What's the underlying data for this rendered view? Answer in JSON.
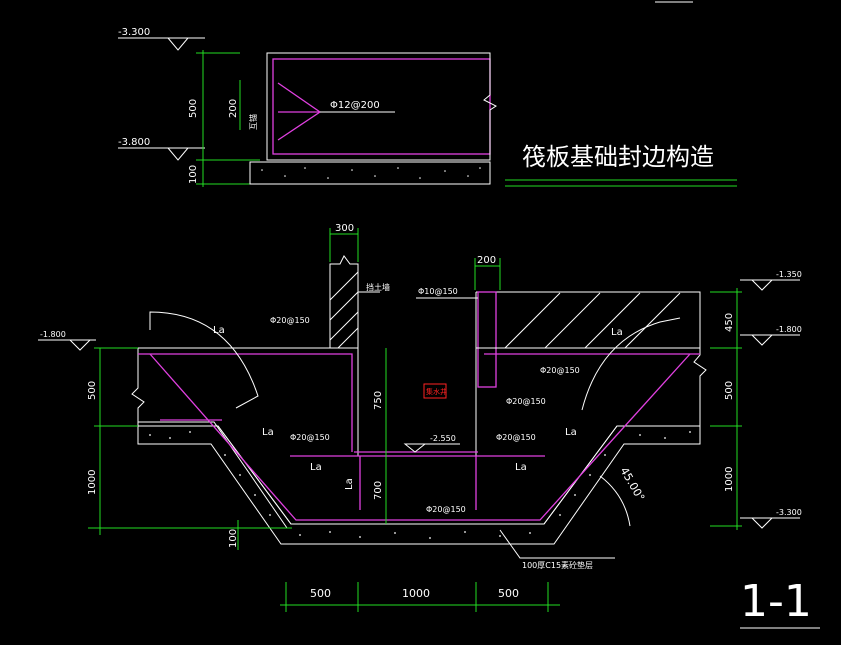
{
  "top_detail": {
    "title": "筏板基础封边构造",
    "elev_top": "-3.300",
    "elev_bottom": "-3.800",
    "dim_500": "500",
    "dim_100": "100",
    "dim_200": "200",
    "small_label": "互锚",
    "rebar": "Φ12@200"
  },
  "section": {
    "dim_300": "300",
    "dim_200": "200",
    "wall_label": "挡土墙",
    "rebar_d10": "Φ10@150",
    "rebar_d20_a": "Φ20@150",
    "rebar_d20_b": "Φ20@150",
    "rebar_d20_c": "Φ20@150",
    "rebar_d20_d": "Φ20@150",
    "rebar_d20_e": "Φ20@150",
    "rebar_d20_f": "Φ20@150",
    "la": "La",
    "center_box": "集水井",
    "elev_left": "-1.800",
    "elev_pit": "-2.550",
    "elev_r1": "-1.350",
    "elev_r2": "-1.800",
    "elev_r3": "-3.300",
    "dim_left_500": "500",
    "dim_left_1000": "1000",
    "dim_left_100": "100",
    "dim_750": "750",
    "dim_700": "700",
    "dim_r_450": "450",
    "dim_r_500": "500",
    "dim_r_1000": "1000",
    "angle": "45.00°",
    "cushion": "100厚C15素砼垫层",
    "bottom_dims": [
      "500",
      "1000",
      "500"
    ],
    "section_mark": "1-1"
  }
}
